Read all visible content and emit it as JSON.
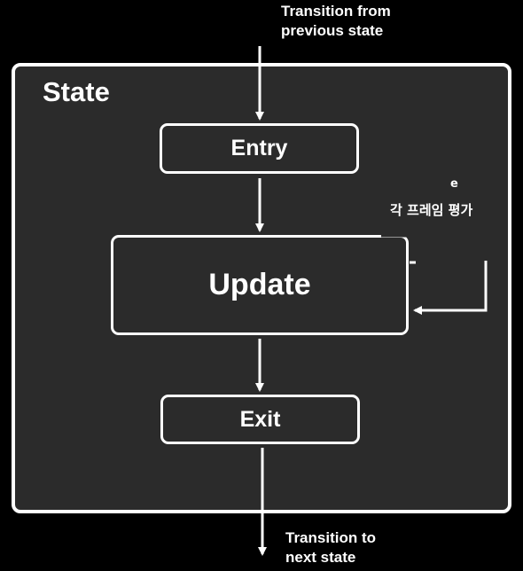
{
  "diagram": {
    "state_title": "State",
    "nodes": {
      "entry": "Entry",
      "update": "Update",
      "exit": "Exit"
    },
    "transition_in": "Transition from\nprevious state",
    "transition_out": "Transition to\nnext state",
    "loop_label_fragment": "e",
    "loop_label": "각 프레임 평가"
  },
  "colors": {
    "background": "#000000",
    "container_fill": "#2b2b2b",
    "stroke": "#ffffff",
    "text": "#ffffff"
  }
}
